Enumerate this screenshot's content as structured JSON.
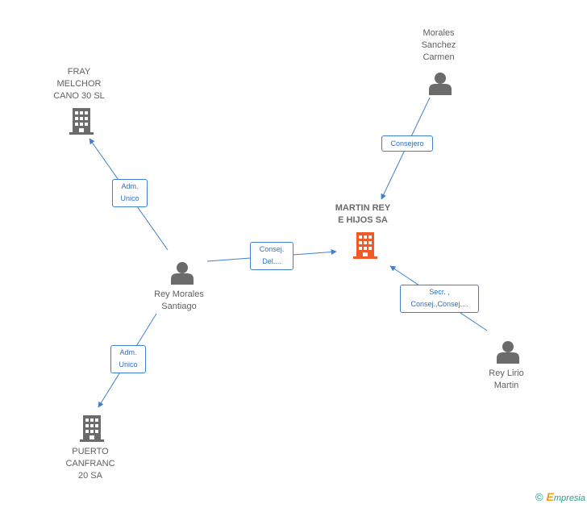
{
  "colors": {
    "edge": "#3f7fd0",
    "company_icon": "#6b6b6b",
    "center_company_icon": "#f05a28",
    "person_icon": "#6b6b6b"
  },
  "nodes": {
    "fray_melchor": {
      "label": "FRAY\nMELCHOR\nCANO 30  SL",
      "icon": "building-icon"
    },
    "martin_rey": {
      "label": "MARTIN REY\nE HIJOS SA",
      "icon": "building-icon"
    },
    "morales_sanchez": {
      "label": "Morales\nSanchez\nCarmen",
      "icon": "person-icon"
    },
    "rey_morales": {
      "label": "Rey Morales\nSantiago",
      "icon": "person-icon"
    },
    "rey_lirio": {
      "label": "Rey Lirio\nMartin",
      "icon": "person-icon"
    },
    "puerto_canfranc": {
      "label": "PUERTO\nCANFRANC\n20 SA",
      "icon": "building-icon"
    }
  },
  "edges": {
    "adm_unico_fray": "Adm.\nUnico",
    "consej_del": "Consej.\nDel....",
    "consejero": "Consejero",
    "secr_consej": "Secr. ,\nConsej.,Consej....",
    "adm_unico_puerto": "Adm.\nUnico"
  },
  "brand": {
    "copyright": "©",
    "initial": "E",
    "name": "mpresia"
  }
}
